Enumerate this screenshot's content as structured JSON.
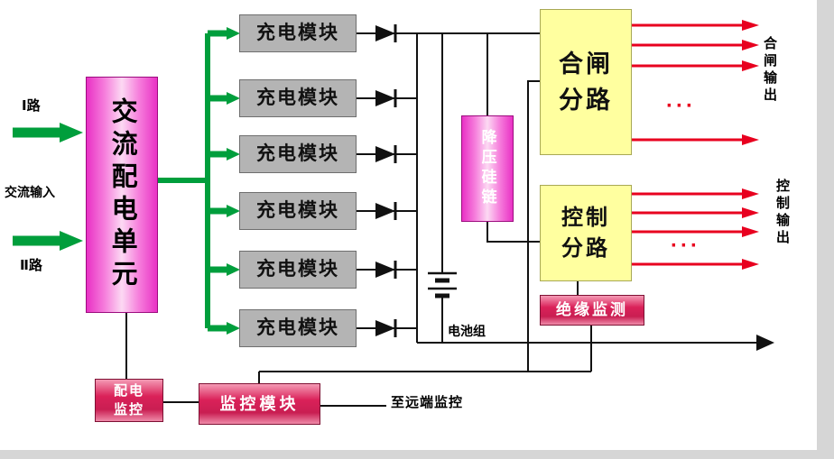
{
  "colors": {
    "green": "#009e3c",
    "red": "#e8001f",
    "magenta": "#e931c5",
    "yellow": "#ffff9f",
    "crimson": "#c91e52",
    "module_gray": "#b4b4b4",
    "wire_black": "#111111"
  },
  "inputs": {
    "line1": "Ⅰ路",
    "line2": "Ⅱ路",
    "ac_input": "交流输入"
  },
  "ac_distribution_unit": {
    "label": "交流配电单元"
  },
  "charging_modules": {
    "labels": [
      "充电模块",
      "充电模块",
      "充电模块",
      "充电模块",
      "充电模块",
      "充电模块"
    ]
  },
  "voltage_drop_chain": {
    "label": "降压硅链"
  },
  "battery": {
    "label": "电池组"
  },
  "closing_branch": {
    "label": "合闸分路",
    "output": "合闸输出",
    "ellipsis": "···"
  },
  "control_branch": {
    "label": "控制分路",
    "output": "控制输出",
    "ellipsis": "···"
  },
  "insulation_monitor": {
    "label": "绝缘监测"
  },
  "distribution_monitor": {
    "label": "配电监控"
  },
  "monitor_module": {
    "label": "监控模块"
  },
  "remote": {
    "label": "至远端监控"
  }
}
